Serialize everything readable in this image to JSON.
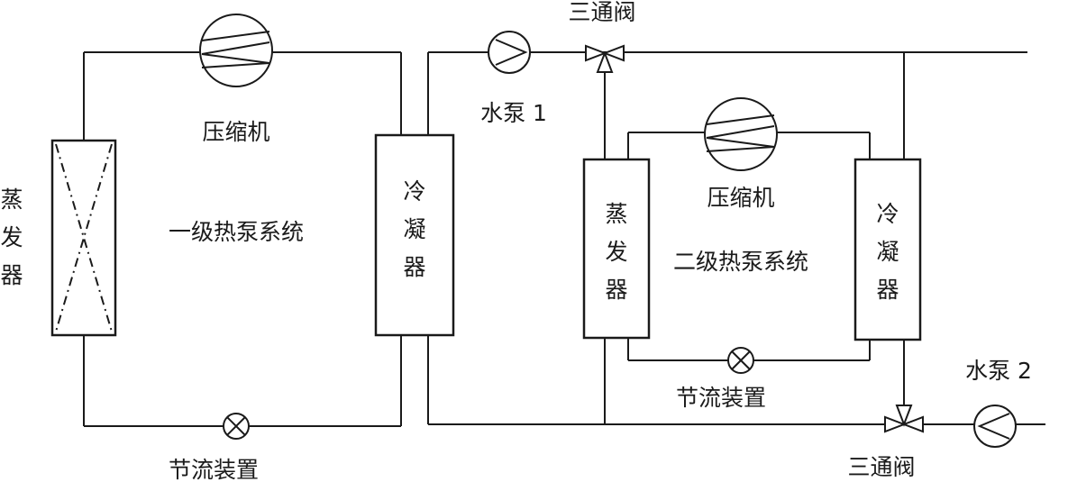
{
  "stage1": {
    "system_label": "一级热泵系统",
    "compressor": "压缩机",
    "throttle": "节流装置",
    "evaporator": [
      "蒸",
      "发",
      "器"
    ],
    "condenser": [
      "冷",
      "凝",
      "器"
    ]
  },
  "stage2": {
    "system_label": "二级热泵系统",
    "compressor": "压缩机",
    "throttle": "节流装置",
    "evaporator": [
      "蒸",
      "发",
      "器"
    ],
    "condenser": [
      "冷",
      "凝",
      "器"
    ]
  },
  "water": {
    "pump1": "水泵 1",
    "pump2": "水泵 2",
    "valve_top": "三通阀",
    "valve_bottom": "三通阀"
  }
}
